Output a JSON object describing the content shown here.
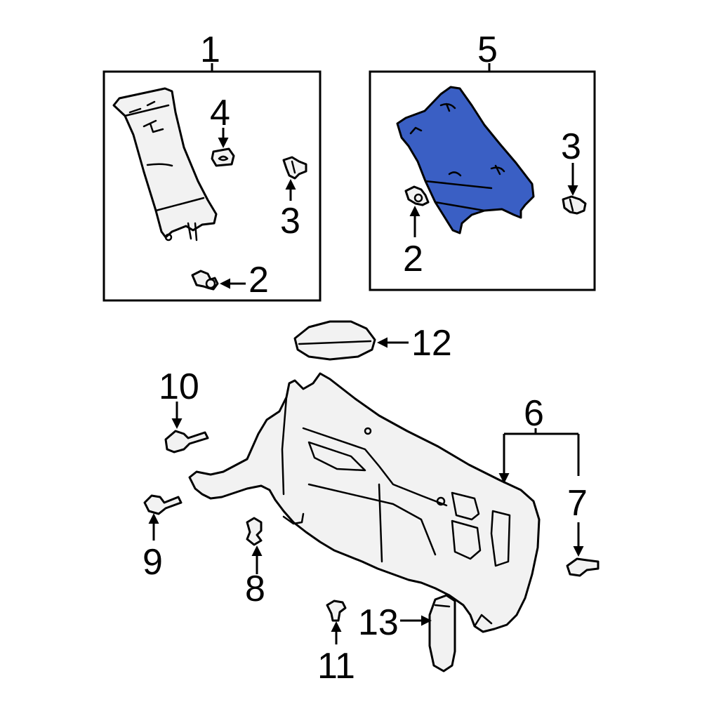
{
  "callouts": {
    "c1": "1",
    "c2a": "2",
    "c2b": "2",
    "c3a": "3",
    "c3b": "3",
    "c4": "4",
    "c5": "5",
    "c6": "6",
    "c7": "7",
    "c8": "8",
    "c9": "9",
    "c10": "10",
    "c11": "11",
    "c12": "12",
    "c13": "13"
  },
  "colors": {
    "highlight": "#3a5fc4",
    "line": "#000000",
    "part_fill": "#f2f2f2"
  },
  "highlighted_part": "5"
}
